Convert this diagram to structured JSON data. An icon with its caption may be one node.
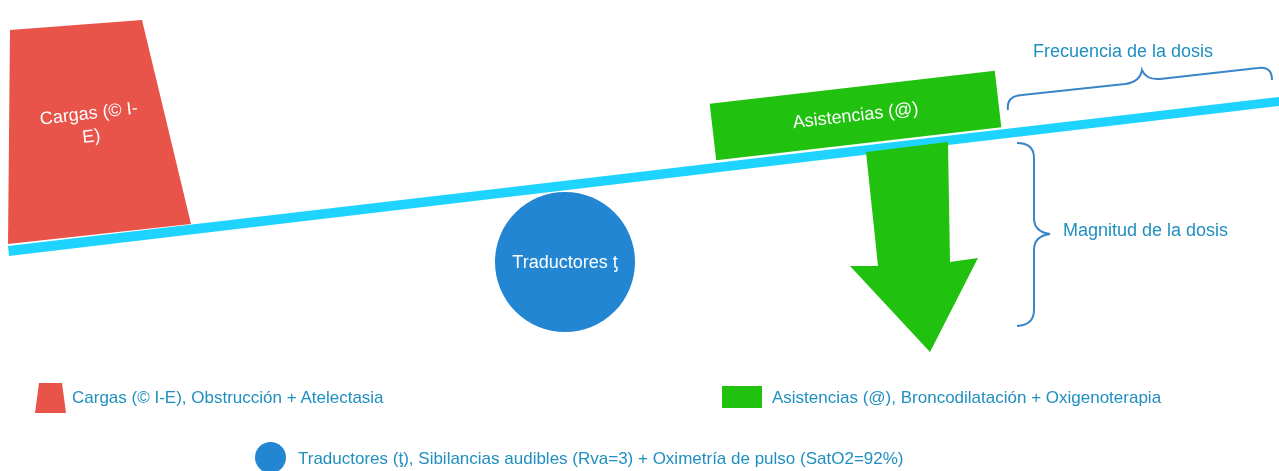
{
  "diagram": {
    "nodes": [
      {
        "text": [
          "Cargas (© I-E)"
        ]
      },
      {
        "text": [
          "Asistencias (@)"
        ]
      },
      {
        "text": [
          "Traductores ƫ"
        ]
      }
    ],
    "labels": [
      "Frecuencia de la dosis",
      "Magnitud de la dosis"
    ],
    "legend": [
      {
        "text": "Cargas (© I-E), Obstrucción + Atelectasia",
        "color": "#e8534a"
      },
      {
        "text": "Asistencias (@), Broncodilatación + Oxigenoterapia",
        "color": "#21c10f"
      },
      {
        "text": "Traductores (ƫ), Sibilancias audibles (Rva=3) + Oximetría de pulso (SatO2=92%)",
        "color": "#2286d3"
      }
    ]
  }
}
